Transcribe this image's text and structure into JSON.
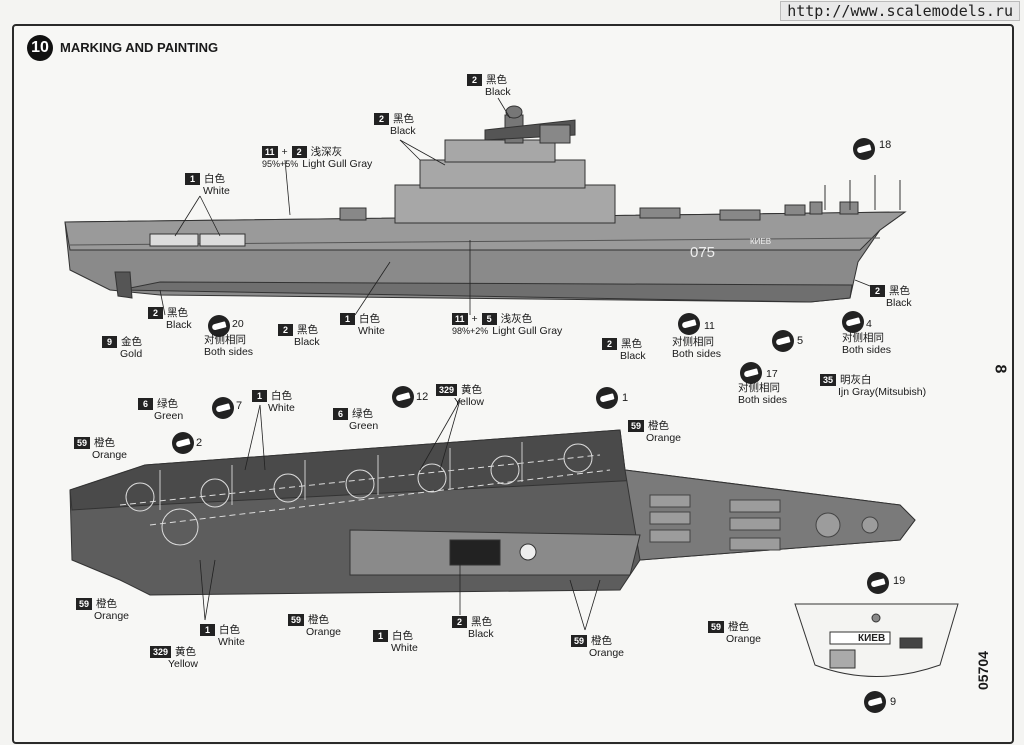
{
  "watermark": "http://www.scalemodels.ru",
  "step_number": "10",
  "title": "MARKING AND PAINTING",
  "page_number": "8",
  "part_number": "05704",
  "hull_number": "075",
  "hull_name": "КИЕВ",
  "stern_name": "КИЕВ",
  "labels": {
    "black_top": {
      "code": "2",
      "cn": "黑色",
      "en": "Black"
    },
    "black_mast": {
      "code": "2",
      "cn": "黑色",
      "en": "Black"
    },
    "light_gull_top": {
      "code": "11",
      "code2": "2",
      "cn": "浅深灰",
      "mix": "95%+5%",
      "en": "Light Gull Gray"
    },
    "white_top": {
      "code": "1",
      "cn": "白色",
      "en": "White"
    },
    "gold": {
      "code": "9",
      "cn": "金色",
      "en": "Gold"
    },
    "black_stern": {
      "code": "2",
      "cn": "黑色",
      "en": "Black"
    },
    "both20": {
      "num": "20",
      "cn": "对侧相同",
      "en": "Both sides"
    },
    "black_mid": {
      "code": "2",
      "cn": "黑色",
      "en": "Black"
    },
    "white_mid": {
      "code": "1",
      "cn": "白色",
      "en": "White"
    },
    "light_gull_mid": {
      "code": "11",
      "code2": "5",
      "cn": "浅灰色",
      "mix": "98%+2%",
      "en": "Light Gull Gray"
    },
    "black_right": {
      "code": "2",
      "cn": "黑色",
      "en": "Black"
    },
    "both11": {
      "num": "11",
      "cn": "对侧相同",
      "en": "Both sides"
    },
    "decal5": {
      "num": "5"
    },
    "both17": {
      "num": "17",
      "cn": "对侧相同",
      "en": "Both sides"
    },
    "both4": {
      "num": "4",
      "cn": "对侧相同",
      "en": "Both sides"
    },
    "ijn": {
      "code": "35",
      "cn": "明灰白",
      "en": "Ijn Gray(Mitsubish)"
    },
    "black_bow": {
      "code": "2",
      "cn": "黑色",
      "en": "Black"
    },
    "decal18": {
      "num": "18"
    },
    "green_left": {
      "code": "6",
      "cn": "绿色",
      "en": "Green"
    },
    "orange_left": {
      "code": "59",
      "cn": "橙色",
      "en": "Orange"
    },
    "decal2": {
      "num": "2"
    },
    "decal7": {
      "num": "7"
    },
    "white_deck": {
      "code": "1",
      "cn": "白色",
      "en": "White"
    },
    "green_deck": {
      "code": "6",
      "cn": "绿色",
      "en": "Green"
    },
    "decal12": {
      "num": "12"
    },
    "yellow_top": {
      "code": "329",
      "cn": "黄色",
      "en": "Yellow"
    },
    "decal1": {
      "num": "1"
    },
    "orange_top": {
      "code": "59",
      "cn": "橙色",
      "en": "Orange"
    },
    "orange_bl": {
      "code": "59",
      "cn": "橙色",
      "en": "Orange"
    },
    "white_bl": {
      "code": "1",
      "cn": "白色",
      "en": "White"
    },
    "yellow_bl": {
      "code": "329",
      "cn": "黄色",
      "en": "Yellow"
    },
    "orange_bm": {
      "code": "59",
      "cn": "橙色",
      "en": "Orange"
    },
    "white_bm": {
      "code": "1",
      "cn": "白色",
      "en": "White"
    },
    "black_bm": {
      "code": "2",
      "cn": "黑色",
      "en": "Black"
    },
    "orange_b2": {
      "code": "59",
      "cn": "橙色",
      "en": "Orange"
    },
    "orange_br": {
      "code": "59",
      "cn": "橙色",
      "en": "Orange"
    },
    "decal19": {
      "num": "19"
    },
    "decal9": {
      "num": "9"
    }
  }
}
